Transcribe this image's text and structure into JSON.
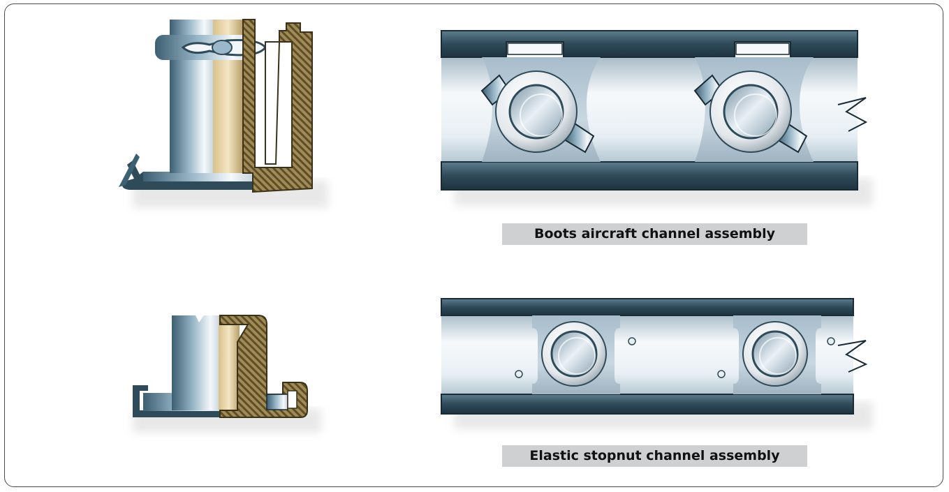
{
  "captions": {
    "boots": "Boots aircraft channel assembly",
    "elastic": "Elastic stopnut channel assembly"
  },
  "colors": {
    "steel_dark": "#2f4a58",
    "steel_light": "#eef4f8",
    "brass": "#b89e6a",
    "brass_hatch": "#6b5a2e",
    "caption_bg": "#cfd0d2"
  },
  "figures": [
    {
      "id": "boots-nut-section",
      "icon": "boots-nut-cross-section"
    },
    {
      "id": "boots-channel",
      "icon": "boots-channel-assembly"
    },
    {
      "id": "elastic-nut-section",
      "icon": "elastic-stopnut-cross-section"
    },
    {
      "id": "elastic-channel",
      "icon": "elastic-channel-assembly"
    }
  ]
}
